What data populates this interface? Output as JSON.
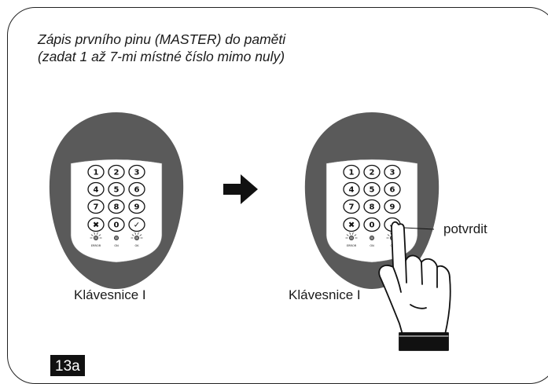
{
  "caption": {
    "line1": "Zápis prvního pinu (MASTER) do paměti",
    "line2": "(zadat 1 až 7-mi místné číslo mimo nuly)"
  },
  "keypad": {
    "keys": [
      "1",
      "2",
      "3",
      "4",
      "5",
      "6",
      "7",
      "8",
      "9",
      "✖",
      "0",
      "✓"
    ],
    "led_error": "ERROR",
    "led_on": "ON",
    "led_ok": "OK"
  },
  "labels": {
    "left_keypad": "Klávesnice I",
    "right_keypad": "Klávesnice I",
    "confirm": "potvrdit"
  },
  "figure_tag": "13a",
  "colors": {
    "housing": "#5a5a5a",
    "panel": "#ffffff",
    "text": "#111111"
  }
}
